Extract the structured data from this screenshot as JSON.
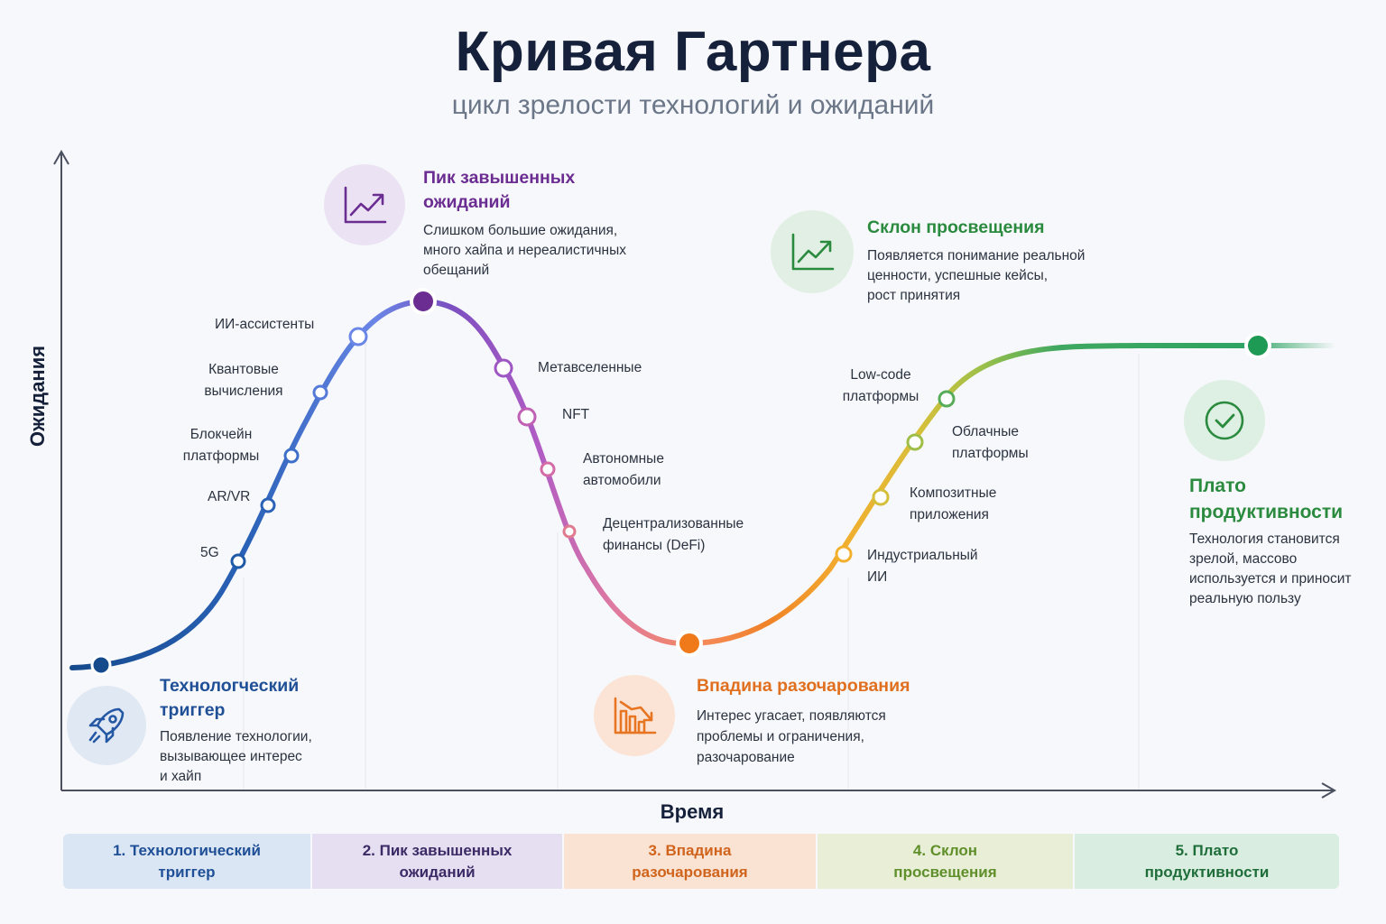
{
  "title": "Кривая Гартнера",
  "subtitle": "цикл зрелости технологий и ожиданий",
  "axes": {
    "y_label": "Ожидания",
    "x_label": "Время"
  },
  "stages": [
    {
      "title_line1": "Технологческий",
      "title_line2": "триггер",
      "desc_lines": [
        "Появление технологии,",
        "вызывающее интерес",
        "и хайп"
      ],
      "color": "#1f4f96",
      "icon": "rocket-icon"
    },
    {
      "title_line1": "Пик завышенных",
      "title_line2": "ожиданий",
      "desc_lines": [
        "Слишком большие ожидания,",
        "много хайпа и нереалистичных",
        "обещаний"
      ],
      "color": "#6b2d91",
      "icon": "chart-up-icon"
    },
    {
      "title_line1": "Впадина разочарования",
      "title_line2": "",
      "desc_lines": [
        "Интерес угасает, появляются",
        "проблемы и ограничения,",
        "разочарование"
      ],
      "color": "#e07020",
      "icon": "chart-down-icon"
    },
    {
      "title_line1": "Склон просвещения",
      "title_line2": "",
      "desc_lines": [
        "Появляется понимание реальной",
        "ценности, успешные кейсы,",
        "рост принятия"
      ],
      "color": "#2a8a3e",
      "icon": "chart-up-icon"
    },
    {
      "title_line1": "Плато",
      "title_line2": "продуктивности",
      "desc_lines": [
        "Технология становится",
        "зрелой, массово",
        "используется и приносит",
        "реальную пользу"
      ],
      "color": "#2a8a3e",
      "icon": "check-icon"
    }
  ],
  "technologies": [
    {
      "line1": "5G",
      "line2": ""
    },
    {
      "line1": "AR/VR",
      "line2": ""
    },
    {
      "line1": "Блокчейн",
      "line2": "платформы"
    },
    {
      "line1": "Квантовые",
      "line2": "вычисления"
    },
    {
      "line1": "ИИ-ассистенты",
      "line2": ""
    },
    {
      "line1": "Метавселенные",
      "line2": ""
    },
    {
      "line1": "NFT",
      "line2": ""
    },
    {
      "line1": "Автономные",
      "line2": "автомобили"
    },
    {
      "line1": "Децентрализованные",
      "line2": "финансы (DeFi)"
    },
    {
      "line1": "Индустриальный",
      "line2": "ИИ"
    },
    {
      "line1": "Композитные",
      "line2": "приложения"
    },
    {
      "line1": "Облачные",
      "line2": "платформы"
    },
    {
      "line1": "Low-code",
      "line2": "платформы"
    }
  ],
  "phases": [
    {
      "line1": "1. Технологический",
      "line2": "триггер",
      "bg": "#dbe6f4",
      "color": "#1f4f96"
    },
    {
      "line1": "2. Пик завышенных",
      "line2": "ожиданий",
      "bg": "#e6dff1",
      "color": "#3b2a66"
    },
    {
      "line1": "3. Впадина",
      "line2": "разочарования",
      "bg": "#fbe3d3",
      "color": "#d0641c"
    },
    {
      "line1": "4. Склон",
      "line2": "просвещения",
      "bg": "#e9efd6",
      "color": "#5f8f2a"
    },
    {
      "line1": "5. Плато",
      "line2": "продуктивности",
      "bg": "#d9ede1",
      "color": "#1f6e3a"
    }
  ]
}
